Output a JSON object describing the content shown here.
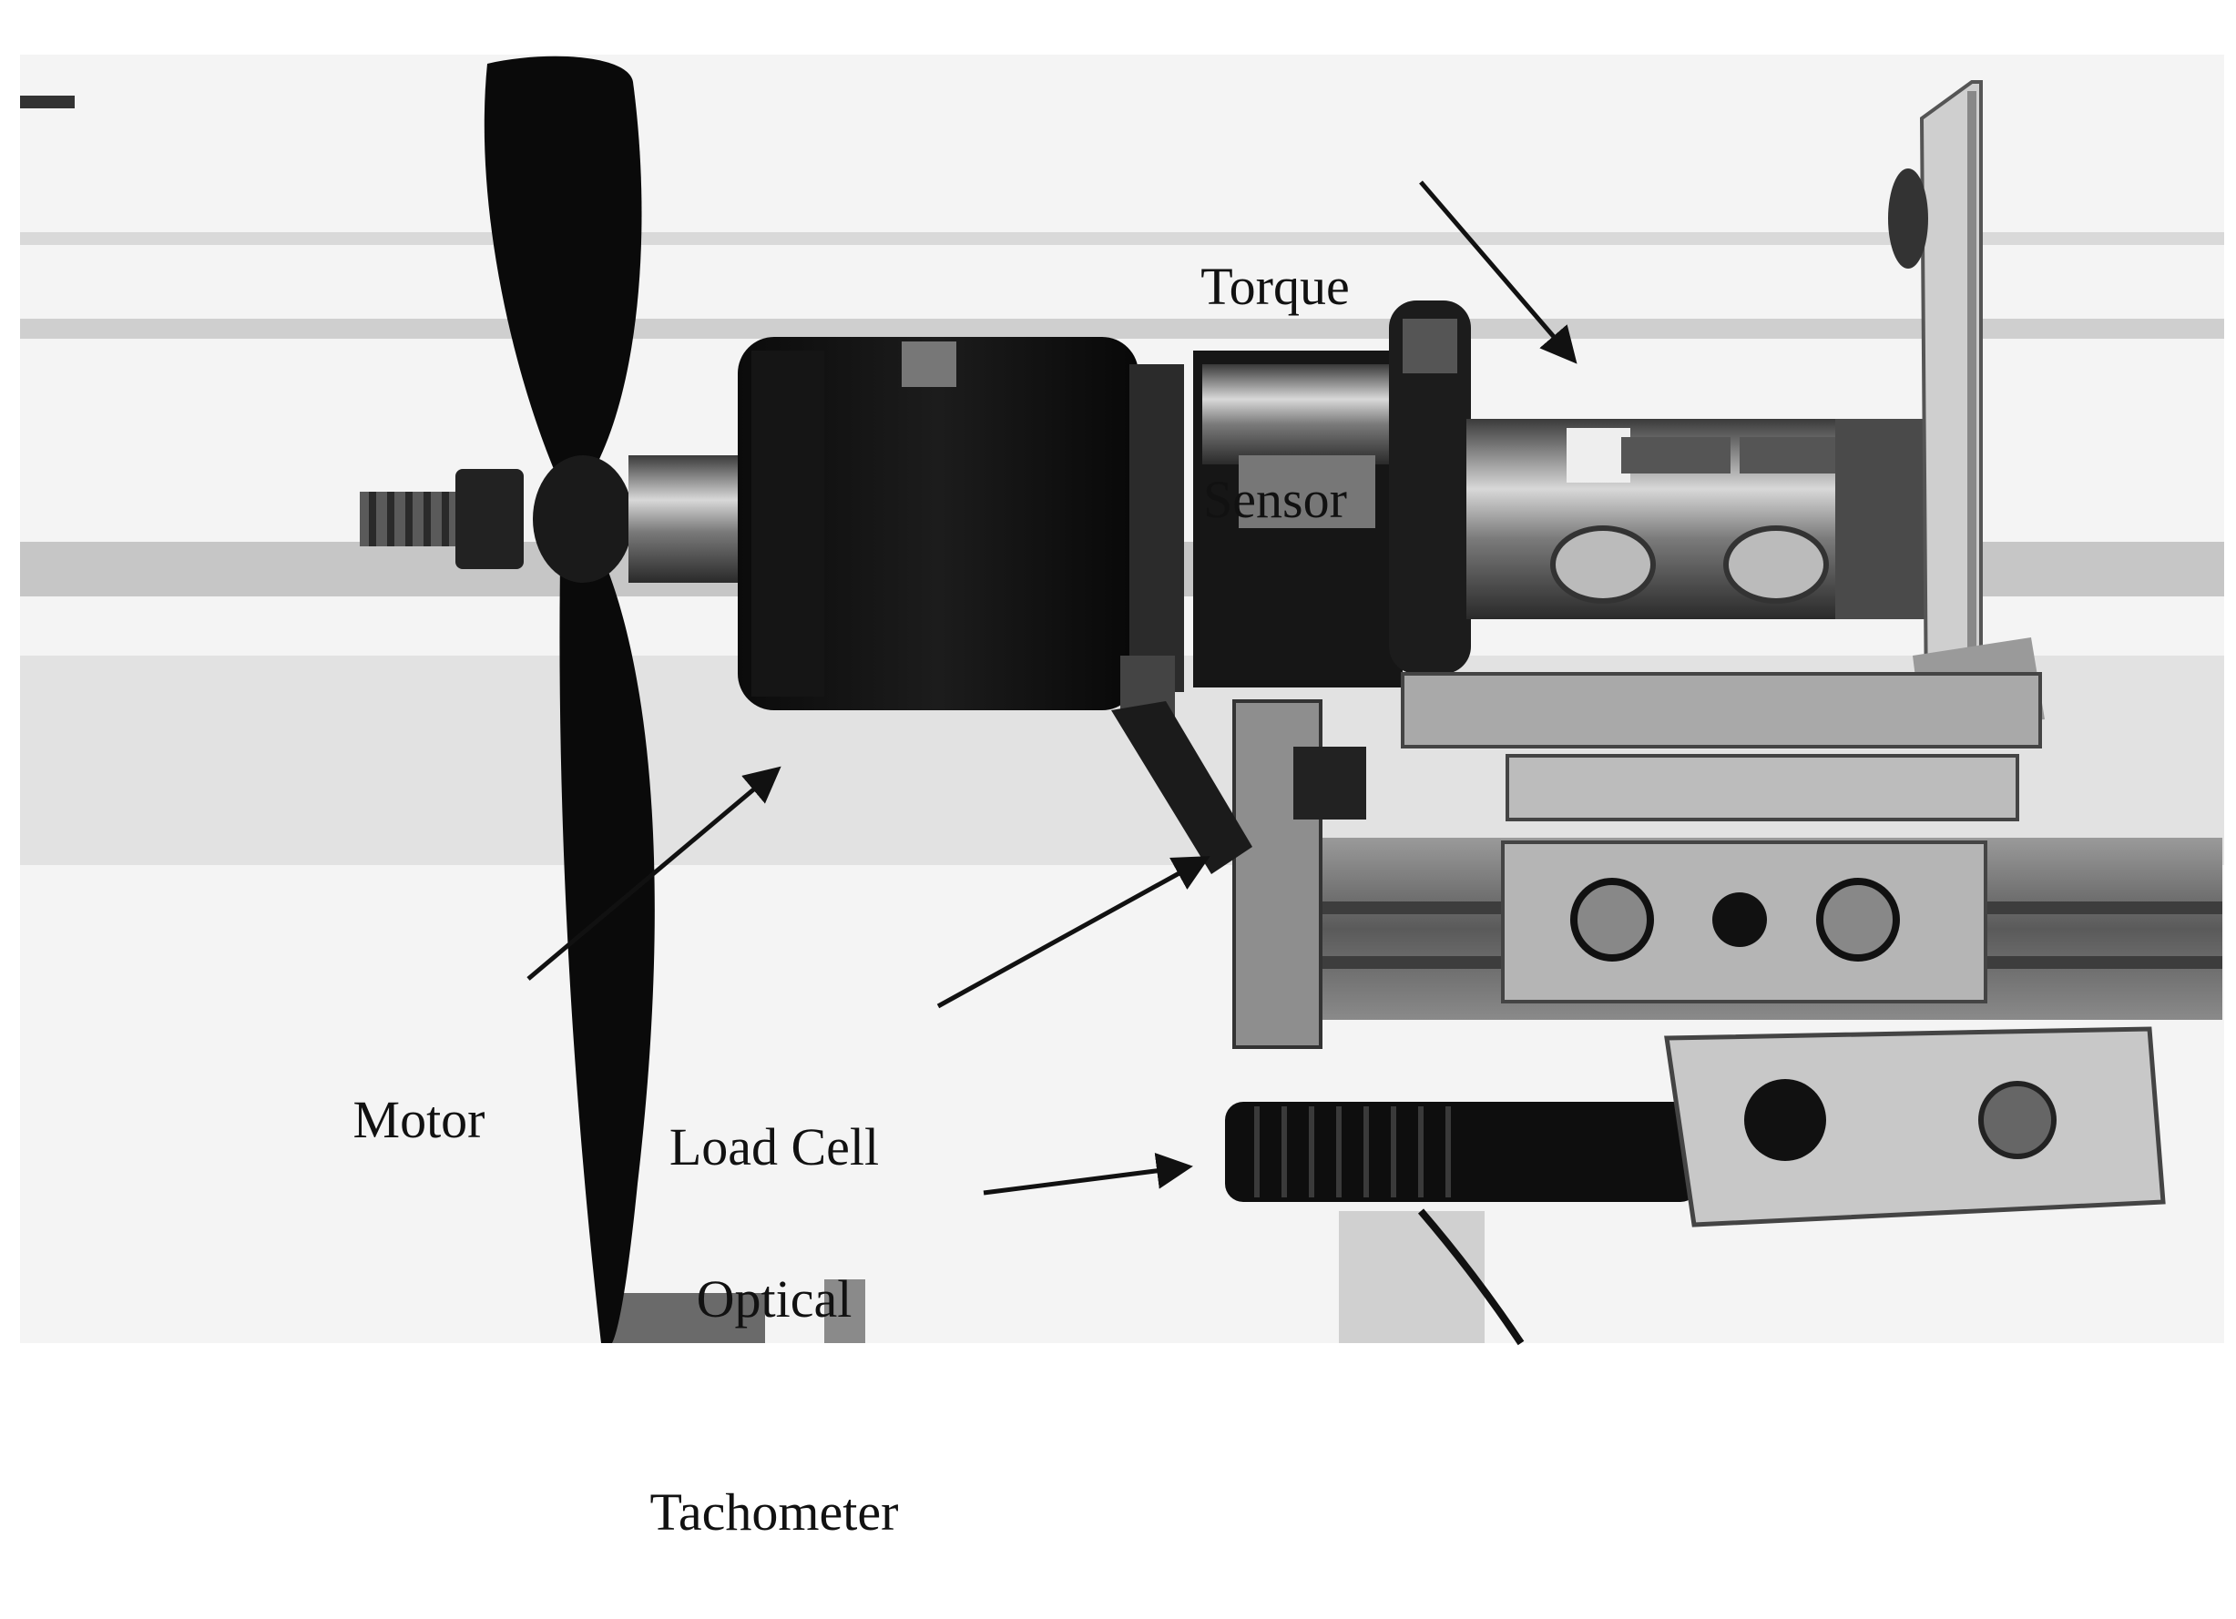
{
  "labels": {
    "torque_line1": "Torque",
    "torque_line2": "Sensor",
    "motor": "Motor",
    "load_cell": "Load Cell",
    "tach_line1": "Optical",
    "tach_line2": "Tachometer"
  },
  "colors": {
    "background": "#ffffff",
    "ink": "#111111",
    "metal_dark": "#1a1a1a",
    "metal_mid": "#6d6d6d",
    "metal_light": "#c4c4c4"
  }
}
